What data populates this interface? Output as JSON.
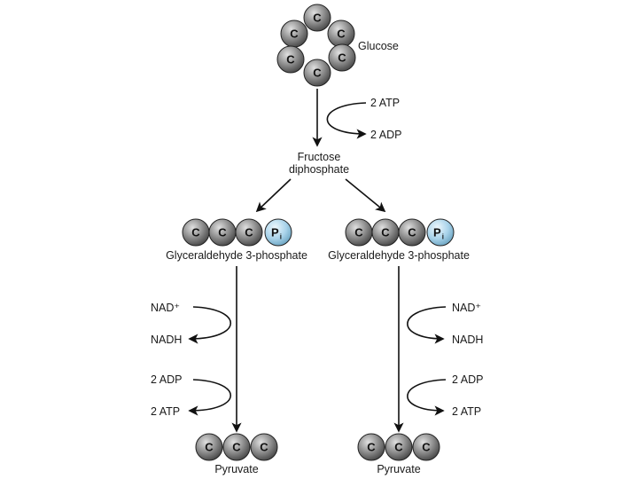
{
  "colors": {
    "carbon": "#8a8a8a",
    "carbon_highlight": "#d8d8d8",
    "phosphate": "#a9d3ea",
    "phosphate_highlight": "#e6f4fb",
    "stroke": "#222222"
  },
  "atoms": {
    "carbon": "C",
    "phosphate": "P",
    "phosphate_sub": "i"
  },
  "glucose": {
    "label": "Glucose"
  },
  "step1": {
    "in_label": "2 ATP",
    "out_label": "2 ADP"
  },
  "fructose": {
    "line1": "Fructose",
    "line2": "diphosphate"
  },
  "g3p": {
    "left_label": "Glyceraldehyde 3-phosphate",
    "right_label": "Glyceraldehyde 3-phosphate"
  },
  "left_steps": {
    "nad": "NAD⁺",
    "nadh": "NADH",
    "adp": "2 ADP",
    "atp": "2 ATP"
  },
  "right_steps": {
    "nad": "NAD⁺",
    "nadh": "NADH",
    "adp": "2 ADP",
    "atp": "2 ATP"
  },
  "pyruvate": {
    "left_label": "Pyruvate",
    "right_label": "Pyruvate"
  }
}
